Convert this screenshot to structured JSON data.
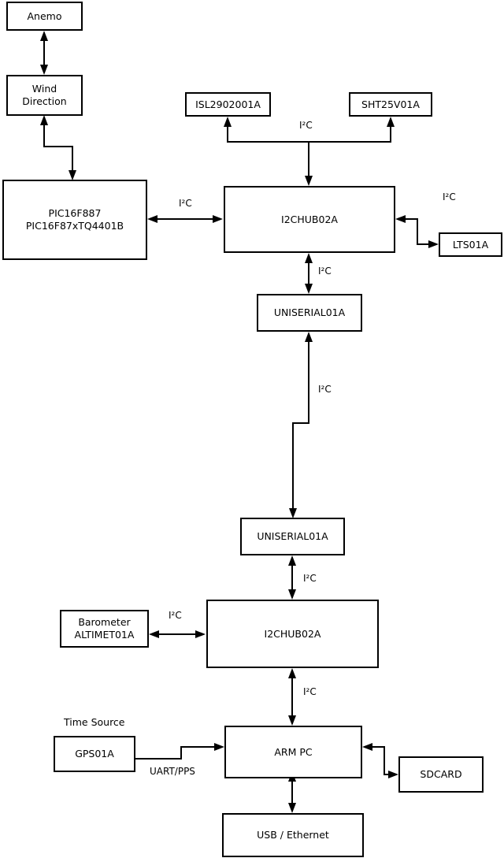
{
  "diagram": {
    "type": "block-diagram",
    "background": "#ffffff",
    "line_color": "#000000",
    "nodes": [
      {
        "id": "anemo",
        "label": "Anemo"
      },
      {
        "id": "wind",
        "label": "Wind\nDirection"
      },
      {
        "id": "pic",
        "label": "PIC16F887\nPIC16F87xTQ4401B"
      },
      {
        "id": "isl",
        "label": "ISL2902001A"
      },
      {
        "id": "sht",
        "label": "SHT25V01A"
      },
      {
        "id": "hub_top",
        "label": "I2CHUB02A"
      },
      {
        "id": "lts",
        "label": "LTS01A"
      },
      {
        "id": "uniserial_top",
        "label": "UNISERIAL01A"
      },
      {
        "id": "uniserial_bot",
        "label": "UNISERIAL01A"
      },
      {
        "id": "hub_bot",
        "label": "I2CHUB02A"
      },
      {
        "id": "barometer",
        "label": "Barometer\nALTIMET01A"
      },
      {
        "id": "gps",
        "label": "GPS01A"
      },
      {
        "id": "armpc",
        "label": "ARM PC"
      },
      {
        "id": "sdcard",
        "label": "SDCARD"
      },
      {
        "id": "usb",
        "label": "USB / Ethernet"
      }
    ],
    "edge_labels": [
      {
        "id": "l_sensors_i2c",
        "text": "I²C"
      },
      {
        "id": "l_pic_hub_i2c",
        "text": "I²C"
      },
      {
        "id": "l_lts_i2c",
        "text": "I²C"
      },
      {
        "id": "l_hub_uni_i2c",
        "text": "I²C"
      },
      {
        "id": "l_trunk_i2c",
        "text": "I²C"
      },
      {
        "id": "l_uni_hub_i2c",
        "text": "I²C"
      },
      {
        "id": "l_baro_i2c",
        "text": "I²C"
      },
      {
        "id": "l_hub_arm_i2c",
        "text": "I²C"
      },
      {
        "id": "l_uart_pps",
        "text": "UART/PPS"
      }
    ],
    "free_labels": [
      {
        "id": "time_source",
        "text": "Time Source"
      }
    ]
  }
}
